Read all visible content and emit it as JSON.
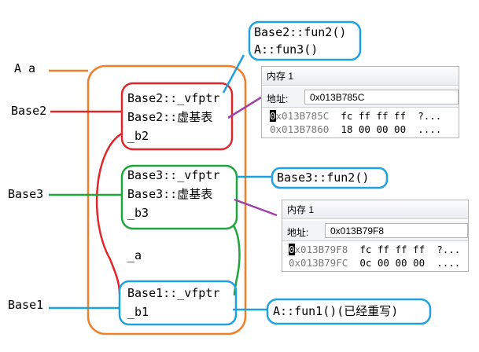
{
  "outer_labels": {
    "object": "A a",
    "base2": "Base2",
    "base3": "Base3",
    "base1": "Base1"
  },
  "boxes": {
    "base2": {
      "line1": "Base2::_vfptr",
      "line2": "Base2::虚基表",
      "line3": "_b2"
    },
    "base3": {
      "line1": "Base3::_vfptr",
      "line2": "Base3::虚基表",
      "line3": "_b3"
    },
    "member": "_a",
    "base1": {
      "line1": "Base1::_vfptr",
      "line2": "_b1"
    }
  },
  "vtables": {
    "base2": {
      "line1": "Base2::fun2()",
      "line2": "A::fun3()"
    },
    "base3": {
      "line1": "Base3::fun2()"
    },
    "base1": {
      "line1": "A::fun1()(已经重写)"
    }
  },
  "memory_windows": [
    {
      "title": "内存 1",
      "address_label": "地址:",
      "address_value": "0x013B785C",
      "rows": [
        {
          "cursor": "0",
          "addr": "x013B785C",
          "bytes": "fc ff ff ff",
          "ascii": "?..."
        },
        {
          "cursor": "",
          "addr": "0x013B7860",
          "bytes": "18 00 00 00",
          "ascii": "...."
        }
      ]
    },
    {
      "title": "内存 1",
      "address_label": "地址:",
      "address_value": "0x013B79F8",
      "rows": [
        {
          "cursor": "0",
          "addr": "x013B79F8",
          "bytes": "fc ff ff ff",
          "ascii": "?..."
        },
        {
          "cursor": "",
          "addr": "0x013B79FC",
          "bytes": "0c 00 00 00",
          "ascii": "...."
        }
      ]
    }
  ],
  "colors": {
    "object": "#f07f2a",
    "base2": "#e0262b",
    "base3": "#1ea63c",
    "base1": "#1ea1e0",
    "vbase_pointer": "#a040a8"
  }
}
